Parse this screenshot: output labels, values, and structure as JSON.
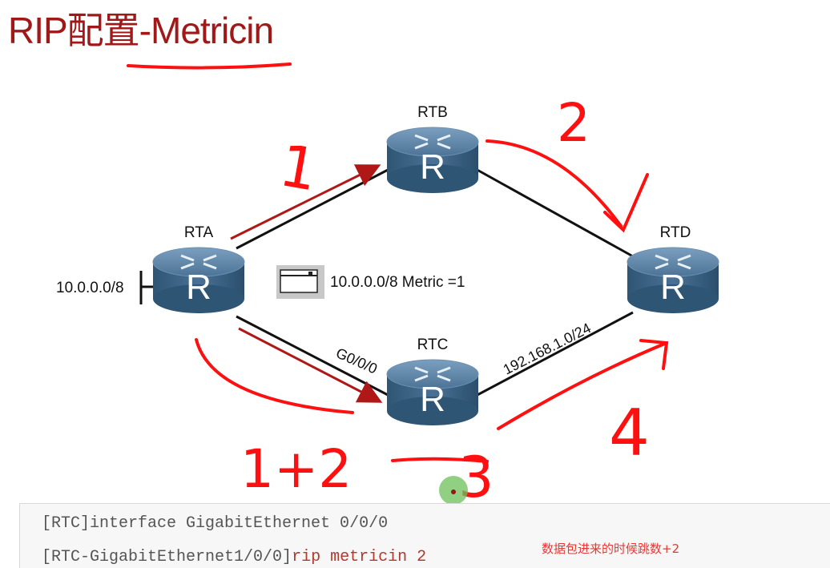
{
  "title": "RIP配置-Metricin",
  "routers": {
    "rta": "RTA",
    "rtb": "RTB",
    "rtc": "RTC",
    "rtd": "RTD",
    "icon_letter": "R"
  },
  "labels": {
    "network_left": "10.0.0.0/8",
    "route_info": "10.0.0.0/8 Metric =1",
    "interface": "G0/0/0",
    "subnet": "192.168.1.0/24"
  },
  "handwritten": {
    "hop_rtb": "1",
    "hop_rtd_top": "2",
    "hop_rtc": "1+2",
    "hop_rtc_sum": "3",
    "hop_rtd_bottom": "4"
  },
  "console": {
    "line1": "[RTC]interface GigabitEthernet 0/0/0",
    "line2_prompt": "[RTC-GigabitEthernet1/0/0]",
    "line2_command": "rip metricin 2"
  },
  "note": "数据包进来的时候跳数+2",
  "colors": {
    "title": "#a01818",
    "router": "#3f6788",
    "annotation": "#ff1010",
    "arrow": "#b01818"
  }
}
